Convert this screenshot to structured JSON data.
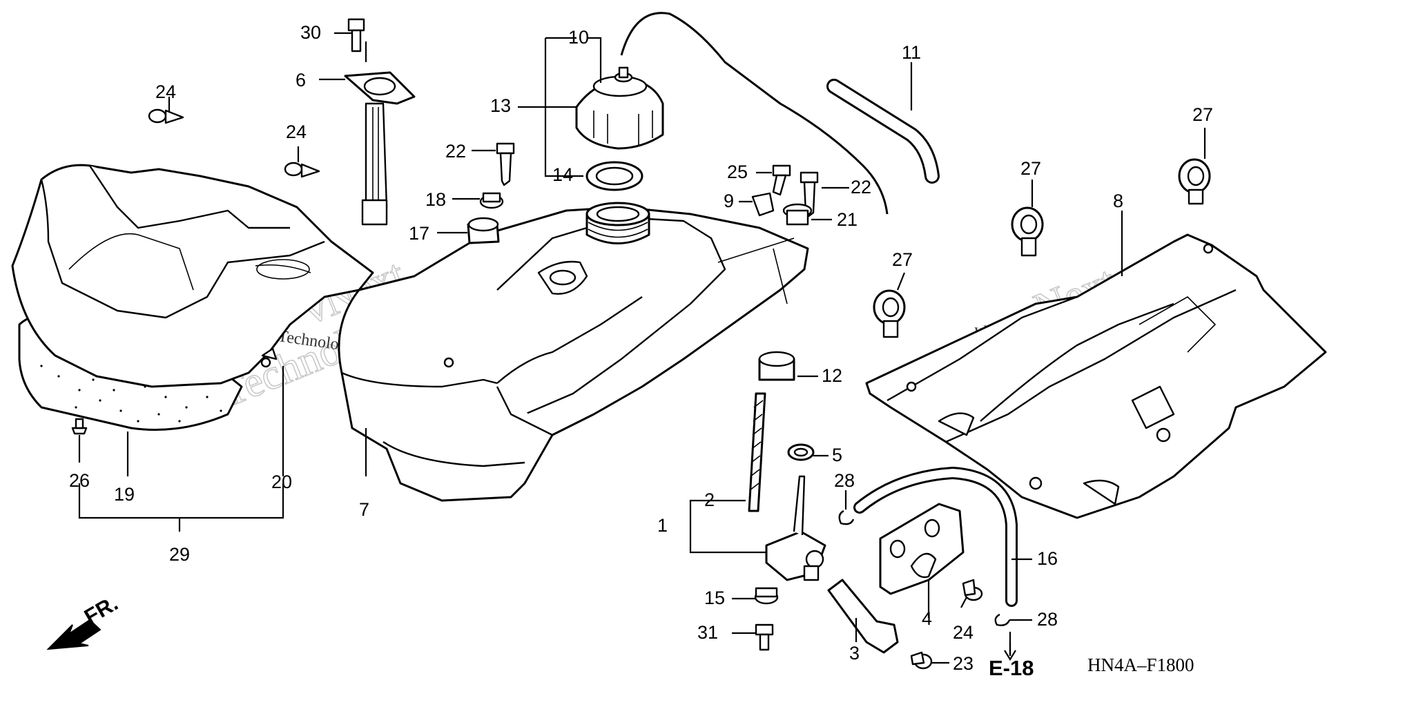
{
  "diagram": {
    "callouts": [
      {
        "id": "c1",
        "text": "1"
      },
      {
        "id": "c2",
        "text": "2"
      },
      {
        "id": "c3",
        "text": "3"
      },
      {
        "id": "c4",
        "text": "4"
      },
      {
        "id": "c5",
        "text": "5"
      },
      {
        "id": "c6",
        "text": "6"
      },
      {
        "id": "c7",
        "text": "7"
      },
      {
        "id": "c8",
        "text": "8"
      },
      {
        "id": "c9",
        "text": "9"
      },
      {
        "id": "c10",
        "text": "10"
      },
      {
        "id": "c11",
        "text": "11"
      },
      {
        "id": "c12",
        "text": "12"
      },
      {
        "id": "c13",
        "text": "13"
      },
      {
        "id": "c14",
        "text": "14"
      },
      {
        "id": "c15",
        "text": "15"
      },
      {
        "id": "c16",
        "text": "16"
      },
      {
        "id": "c17",
        "text": "17"
      },
      {
        "id": "c18",
        "text": "18"
      },
      {
        "id": "c19",
        "text": "19"
      },
      {
        "id": "c20",
        "text": "20"
      },
      {
        "id": "c21",
        "text": "21"
      },
      {
        "id": "c22a",
        "text": "22"
      },
      {
        "id": "c22b",
        "text": "22"
      },
      {
        "id": "c23",
        "text": "23"
      },
      {
        "id": "c24a",
        "text": "24"
      },
      {
        "id": "c24b",
        "text": "24"
      },
      {
        "id": "c24c",
        "text": "24"
      },
      {
        "id": "c25",
        "text": "25"
      },
      {
        "id": "c26",
        "text": "26"
      },
      {
        "id": "c27a",
        "text": "27"
      },
      {
        "id": "c27b",
        "text": "27"
      },
      {
        "id": "c27c",
        "text": "27"
      },
      {
        "id": "c28a",
        "text": "28"
      },
      {
        "id": "c28b",
        "text": "28"
      },
      {
        "id": "c29",
        "text": "29"
      },
      {
        "id": "c30",
        "text": "30"
      },
      {
        "id": "c31",
        "text": "31"
      }
    ],
    "reference": "E-18",
    "direction": "FR.",
    "diagram_code": "HN4A–F1800",
    "watermark": {
      "line1": "vNext",
      "line2": "Technologies",
      "caption": "vNext Technologies"
    }
  }
}
